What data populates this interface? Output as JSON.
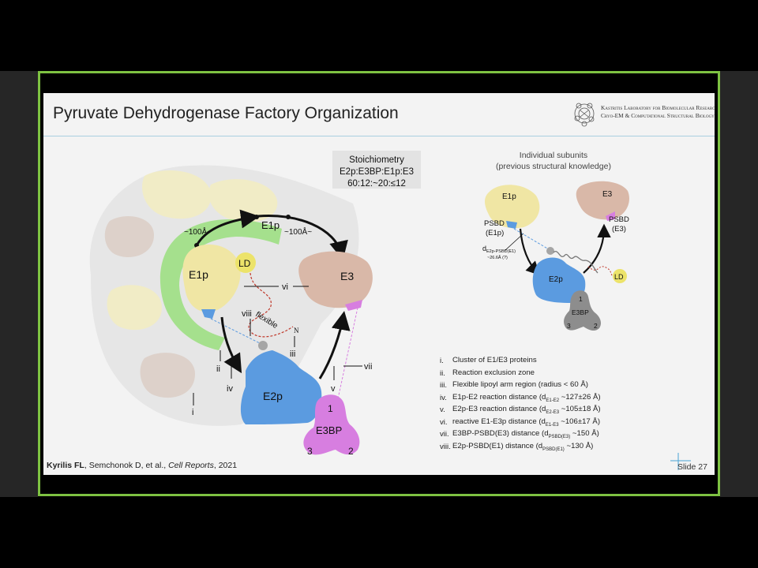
{
  "slide": {
    "title": "Pyruvate Dehydrogenase Factory Organization",
    "lab_line1": "Kastritis Laboratory for Biomolecular Research",
    "lab_line2": "Cryo-EM & Computational Structural Biology",
    "citation_author": "Kyrilis FL",
    "citation_rest": ", Semchonok D, et al., ",
    "citation_journal": "Cell Reports",
    "citation_year": ", 2021",
    "slide_number": "Slide 27"
  },
  "stoichiometry": {
    "header": "Stoichiometry",
    "formula": "E2p:E3BP:E1p:E3",
    "ratio": "60:12:~20:≤12"
  },
  "main_diagram": {
    "e1p": "E1p",
    "e1p_top": "E1p",
    "e3": "E3",
    "e2p": "E2p",
    "e3bp": "E3BP",
    "ld": "LD",
    "dist_left": "~100Å~",
    "dist_right": "~100Å~",
    "flexible": "flexible",
    "n_term": "N",
    "e3bp_1": "1",
    "e3bp_2": "2",
    "e3bp_3": "3",
    "roman_i": "i",
    "roman_ii": "ii",
    "roman_iii": "iii",
    "roman_iv": "iv",
    "roman_v": "v",
    "roman_vi": "vi",
    "roman_vii": "vii",
    "roman_viii": "viii"
  },
  "subunits_diagram": {
    "title_line1": "Individual subunits",
    "title_line2": "(previous structural knowledge)",
    "e1p": "E1p",
    "e3": "E3",
    "e2p": "E2p",
    "e3bp": "E3BP",
    "ld": "LD",
    "psbd_left": "PSBD",
    "psbd_left_sub": "(E1p)",
    "psbd_right": "PSBD",
    "psbd_right_sub": "(E3)",
    "dist_label": "d",
    "dist_sub": "E2p-PSBD(E1)",
    "dist_value": "~26.6Å (?)",
    "e3bp_1": "1",
    "e3bp_2": "2",
    "e3bp_3": "3"
  },
  "legend": [
    {
      "num": "i.",
      "text": "Cluster of E1/E3 proteins",
      "sub": "",
      "after": ""
    },
    {
      "num": "ii.",
      "text": "Reaction exclusion zone",
      "sub": "",
      "after": ""
    },
    {
      "num": "iii.",
      "text": "Flexible lipoyl arm region (radius < 60 Å)",
      "sub": "",
      "after": ""
    },
    {
      "num": "iv.",
      "text": "E1p-E2 reaction distance (d",
      "sub": "E1-E2",
      "after": " ~127±26 Å)"
    },
    {
      "num": "v.",
      "text": "E2p-E3 reaction distance (d",
      "sub": "E2-E3",
      "after": " ~105±18 Å)"
    },
    {
      "num": "vi.",
      "text": "reactive E1-E3p distance (d",
      "sub": "E1-E3",
      "after": " ~106±17 Å)"
    },
    {
      "num": "vii.",
      "text": "E3BP-PSBD(E3) distance (d",
      "sub": "PSBD(E3)",
      "after": " ~150 Å)"
    },
    {
      "num": "viii.",
      "text": "E2p-PSBD(E1) distance (d",
      "sub": "PSBD(E1)",
      "after": " ~130 Å)"
    }
  ],
  "colors": {
    "frame": "#7ec242",
    "e1p": "#f0e6a4",
    "e3": "#d9b8a8",
    "e2p": "#5b9be0",
    "e3bp": "#d77ee0",
    "ld": "#ece36a",
    "exclusion_zone": "#a5e08d"
  }
}
